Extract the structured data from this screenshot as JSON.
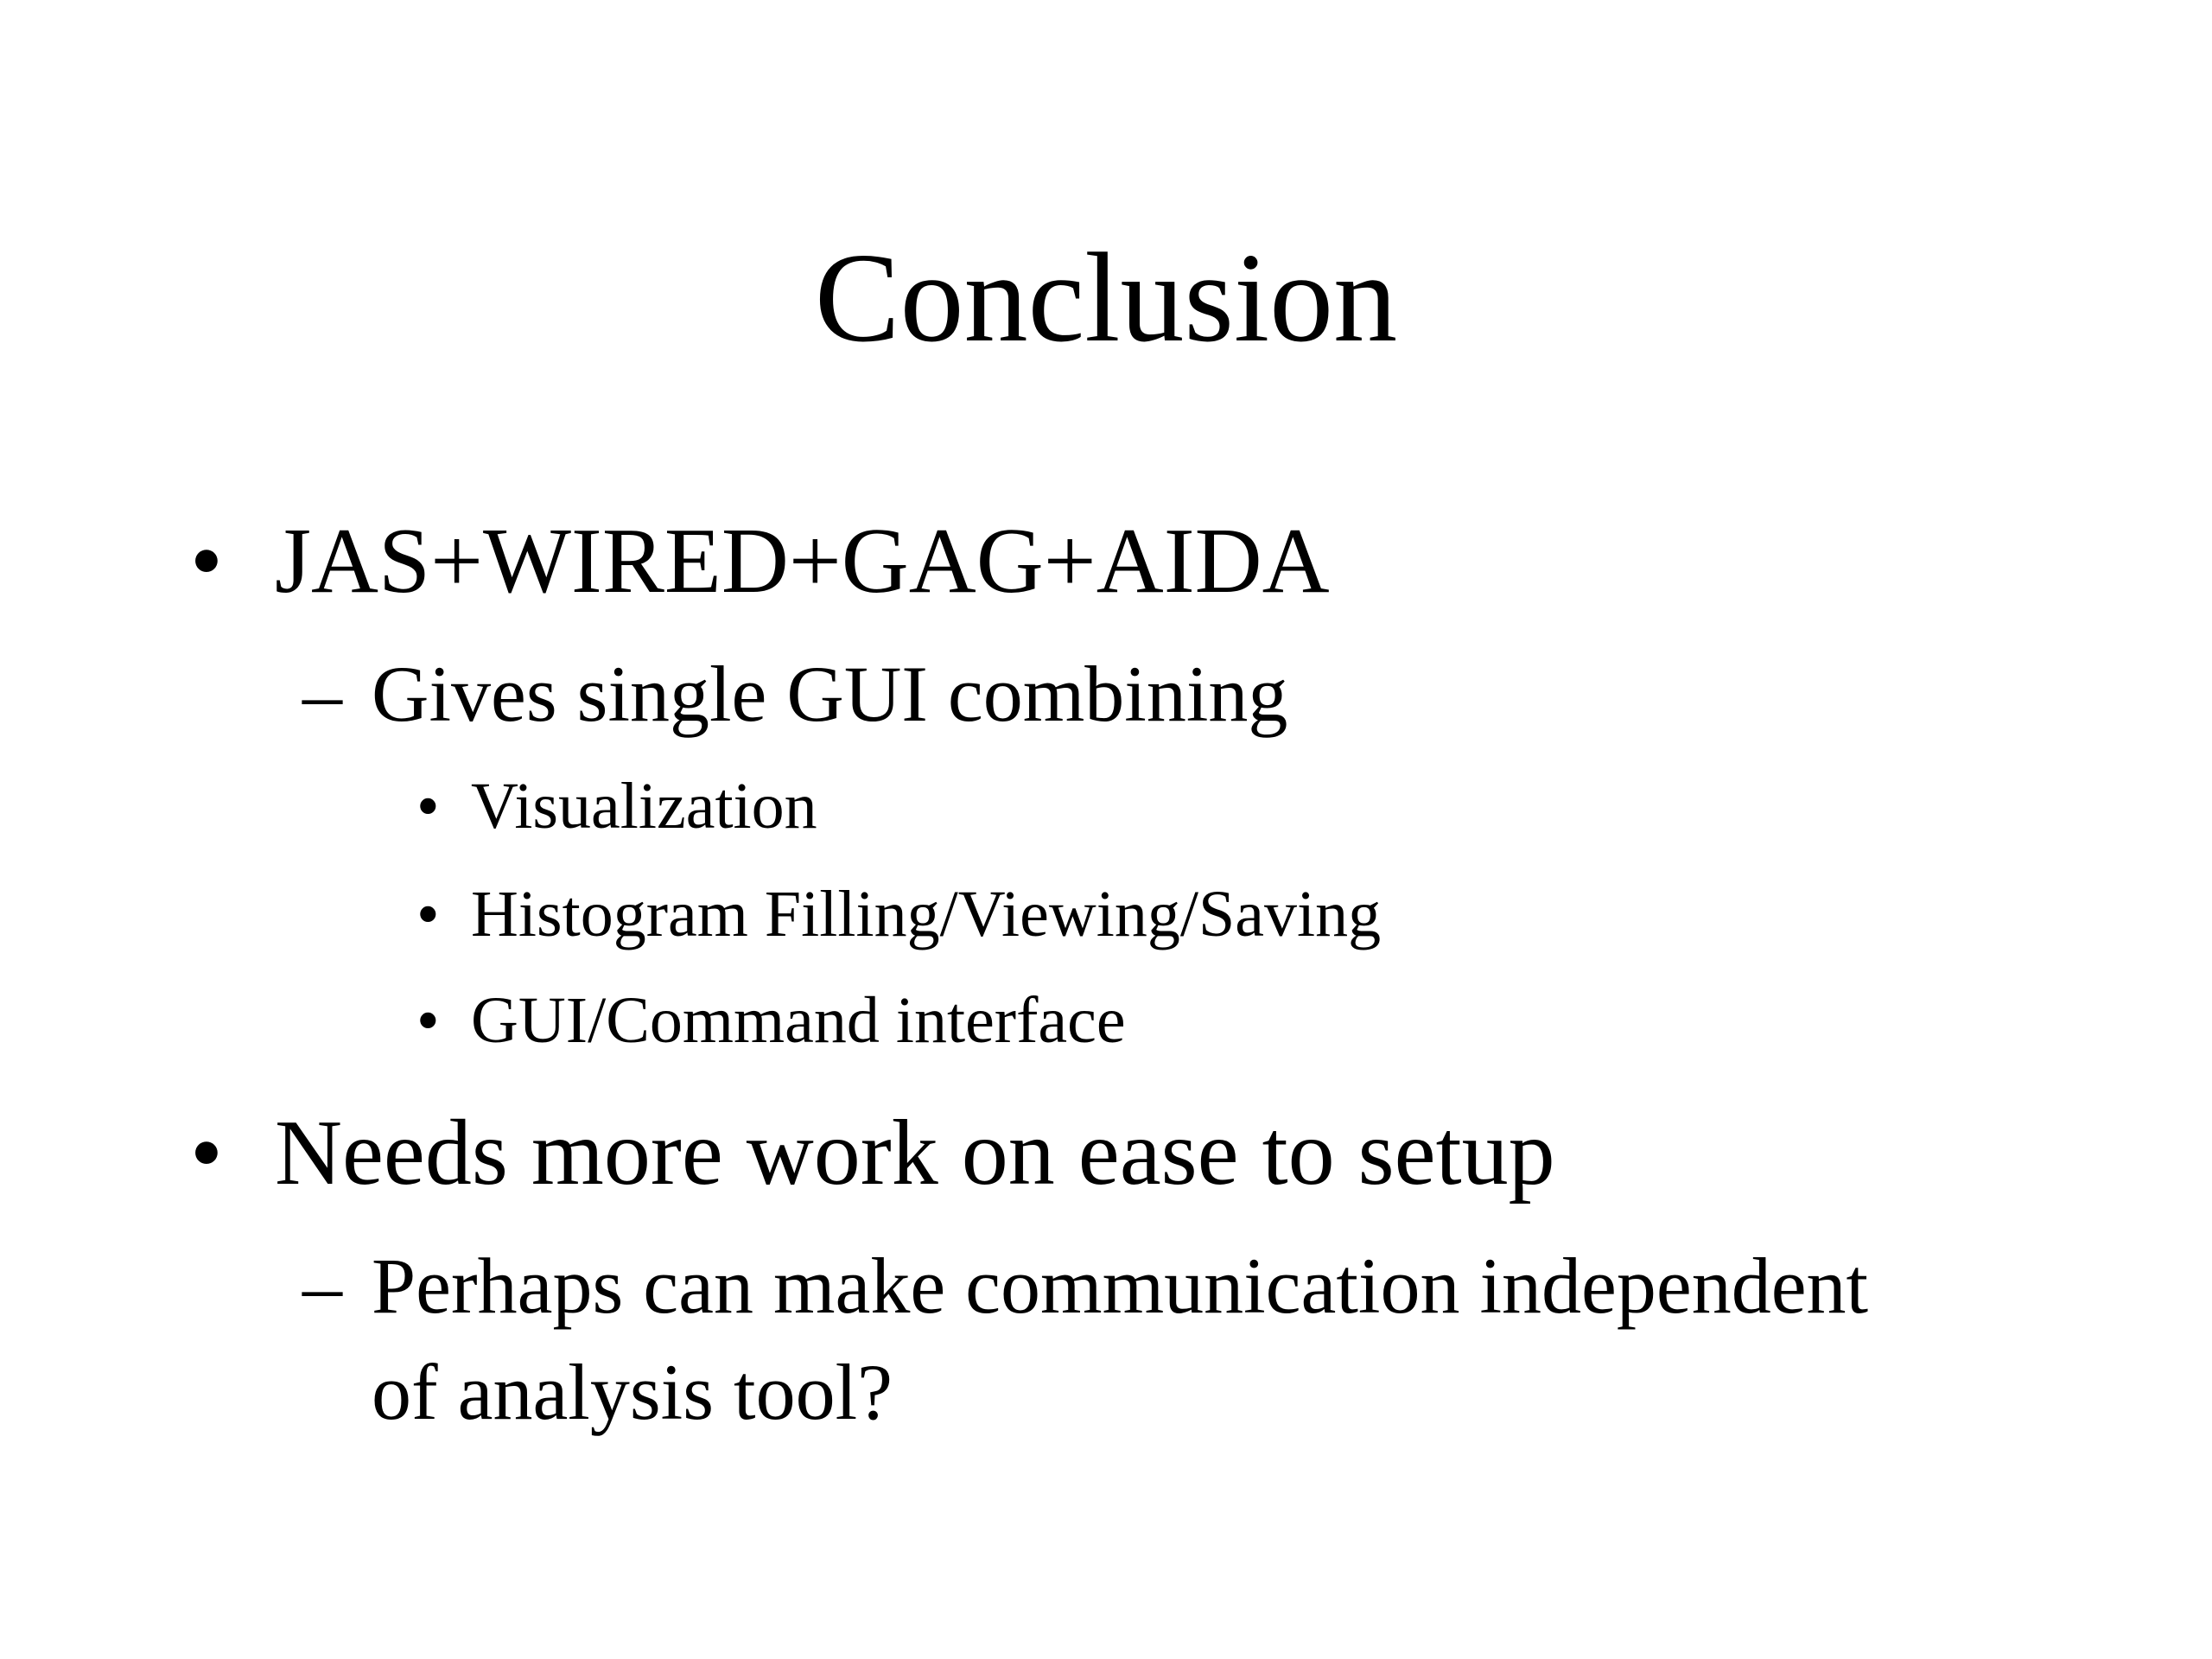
{
  "slide": {
    "title": "Conclusion",
    "bullet_marker": "•",
    "dash_marker": "–",
    "items": [
      {
        "text": "JAS+WIRED+GAG+AIDA",
        "sub": [
          {
            "text": "Gives single GUI combining",
            "sub": [
              {
                "text": "Visualization"
              },
              {
                "text": "Histogram Filling/Viewing/Saving"
              },
              {
                "text": "GUI/Command interface"
              }
            ]
          }
        ]
      },
      {
        "text": "Needs more work on ease to setup",
        "sub": [
          {
            "text_line1": "Perhaps can make communication independent",
            "text_line2": "of analysis tool?"
          }
        ]
      }
    ]
  }
}
